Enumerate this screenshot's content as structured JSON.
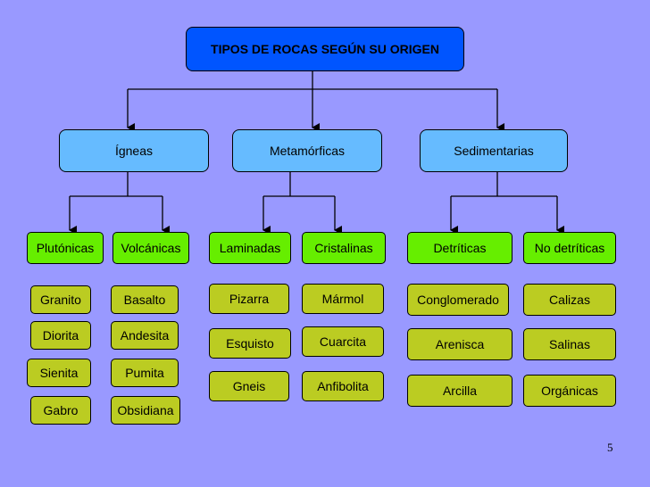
{
  "title": "TIPOS DE ROCAS SEGÚN SU ORIGEN",
  "categories": [
    {
      "label": "Ígneas",
      "groups": [
        {
          "label": "Plutónicas",
          "items": [
            "Granito",
            "Diorita",
            "Sienita",
            "Gabro"
          ]
        },
        {
          "label": "Volcánicas",
          "items": [
            "Basalto",
            "Andesita",
            "Pumita",
            "Obsidiana"
          ]
        }
      ]
    },
    {
      "label": "Metamórficas",
      "groups": [
        {
          "label": "Laminadas",
          "items": [
            "Pizarra",
            "Esquisto",
            "Gneis"
          ]
        },
        {
          "label": "Cristalinas",
          "items": [
            "Mármol",
            "Cuarcita",
            "Anfibolita"
          ]
        }
      ]
    },
    {
      "label": "Sedimentarias",
      "groups": [
        {
          "label": "Detríticas",
          "items": [
            "Conglomerado",
            "Arenisca",
            "Arcilla"
          ]
        },
        {
          "label": "No detríticas",
          "items": [
            "Calizas",
            "Salinas",
            "Orgánicas"
          ]
        }
      ]
    }
  ],
  "page_number": "5",
  "colors": {
    "background": "#9999ff",
    "title_box": "#0055ff",
    "category_box": "#66bbff",
    "group_box": "#66ee00",
    "leaf_box": "#bbcc22"
  }
}
